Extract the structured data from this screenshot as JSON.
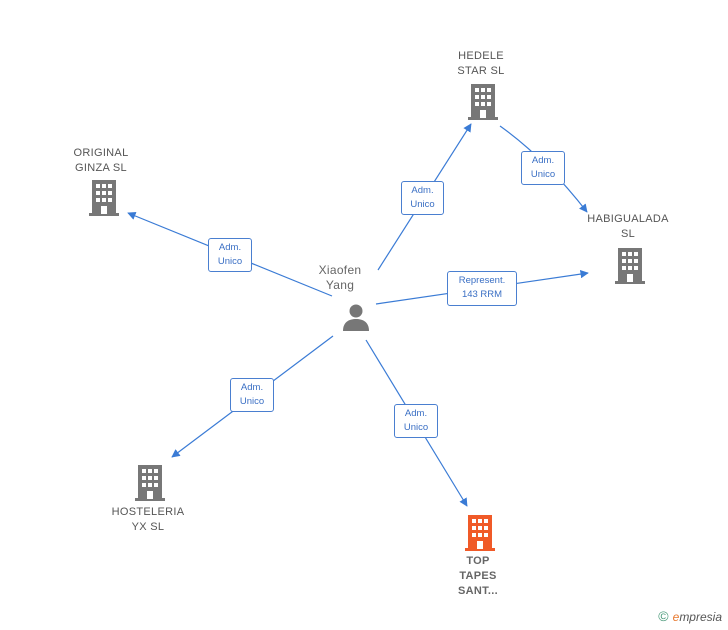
{
  "person": {
    "name": "Xiaofen\nYang"
  },
  "companies": [
    {
      "id": "hedele",
      "name": "HEDELE\nSTAR  SL",
      "color": "#777777"
    },
    {
      "id": "original",
      "name": "ORIGINAL\nGINZA  SL",
      "color": "#777777"
    },
    {
      "id": "habigualada",
      "name": "HABIGUALADA\nSL",
      "color": "#777777"
    },
    {
      "id": "hosteleria",
      "name": "HOSTELERIA\nYX  SL",
      "color": "#777777"
    },
    {
      "id": "top",
      "name": "TOP\nTAPES\nSANT...",
      "color": "#f05a28"
    }
  ],
  "relations": [
    {
      "to": "hedele",
      "label": "Adm.\nUnico"
    },
    {
      "to": "original",
      "label": "Adm.\nUnico"
    },
    {
      "to": "habigualada",
      "label": "Represent.\n143 RRM"
    },
    {
      "to": "hosteleria",
      "label": "Adm.\nUnico"
    },
    {
      "to": "top",
      "label": "Adm.\nUnico"
    },
    {
      "from": "hedele",
      "to": "habigualada",
      "label": "Adm.\nUnico"
    }
  ],
  "colors": {
    "edge": "#3a7bd5",
    "building": "#777777",
    "focus": "#f05a28"
  },
  "footer": {
    "symbol": "©",
    "brand_e": "e",
    "brand_rest": "mpresia"
  }
}
